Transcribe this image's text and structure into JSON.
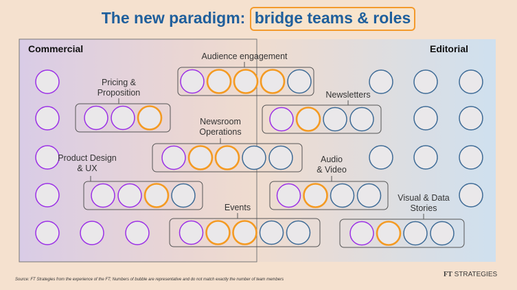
{
  "title": {
    "main": "The new paradigm:",
    "highlight": "bridge teams & roles"
  },
  "zones": {
    "left_label": "Commercial",
    "right_label": "Editorial"
  },
  "colors": {
    "purple": "#9b30e6",
    "orange": "#f49a22",
    "blue": "#3e6b96",
    "circle_fill": "#eae8ea",
    "commercial_bg": "#d9cce6",
    "editorial_bg": "#cfe0ef"
  },
  "single_circles": [
    {
      "col": "commercial-1",
      "row": 1,
      "color": "purple"
    },
    {
      "col": "commercial-1",
      "row": 2,
      "color": "purple"
    },
    {
      "col": "commercial-1",
      "row": 3,
      "color": "purple"
    },
    {
      "col": "commercial-1",
      "row": 4,
      "color": "purple"
    },
    {
      "col": "commercial-1",
      "row": 5,
      "color": "purple"
    },
    {
      "col": "commercial-2",
      "row": 5,
      "color": "purple"
    },
    {
      "col": "commercial-3",
      "row": 5,
      "color": "purple"
    },
    {
      "col": "editorial-1",
      "row": 1,
      "color": "blue"
    },
    {
      "col": "editorial-2",
      "row": 1,
      "color": "blue"
    },
    {
      "col": "editorial-3",
      "row": 1,
      "color": "blue"
    },
    {
      "col": "editorial-2",
      "row": 2,
      "color": "blue"
    },
    {
      "col": "editorial-3",
      "row": 2,
      "color": "blue"
    },
    {
      "col": "editorial-1",
      "row": 3,
      "color": "blue"
    },
    {
      "col": "editorial-2",
      "row": 3,
      "color": "blue"
    },
    {
      "col": "editorial-3",
      "row": 3,
      "color": "blue"
    },
    {
      "col": "editorial-3",
      "row": 4,
      "color": "blue"
    }
  ],
  "teams": [
    {
      "label": "Audience engagement",
      "circles": [
        "purple",
        "orange",
        "orange",
        "orange",
        "blue"
      ]
    },
    {
      "label": "Pricing &\nProposition",
      "circles": [
        "purple",
        "purple",
        "orange"
      ]
    },
    {
      "label": "Newsletters",
      "circles": [
        "purple",
        "orange",
        "blue",
        "blue"
      ]
    },
    {
      "label": "Newsroom\nOperations",
      "circles": [
        "purple",
        "orange",
        "orange",
        "blue",
        "blue"
      ]
    },
    {
      "label": "Product Design\n& UX",
      "circles": [
        "purple",
        "purple",
        "orange",
        "blue"
      ]
    },
    {
      "label": "Audio\n& Video",
      "circles": [
        "purple",
        "orange",
        "blue",
        "blue"
      ]
    },
    {
      "label": "Events",
      "circles": [
        "purple",
        "orange",
        "orange",
        "blue",
        "blue"
      ]
    },
    {
      "label": "Visual & Data\nStories",
      "circles": [
        "purple",
        "orange",
        "blue",
        "blue"
      ]
    }
  ],
  "footer": {
    "source": "Source: FT Strategies from the experience of the FT; Numbers of bubble are representative and do not match exactly the number of team members",
    "logo_ft": "FT",
    "logo_rest": "STRATEGIES"
  }
}
